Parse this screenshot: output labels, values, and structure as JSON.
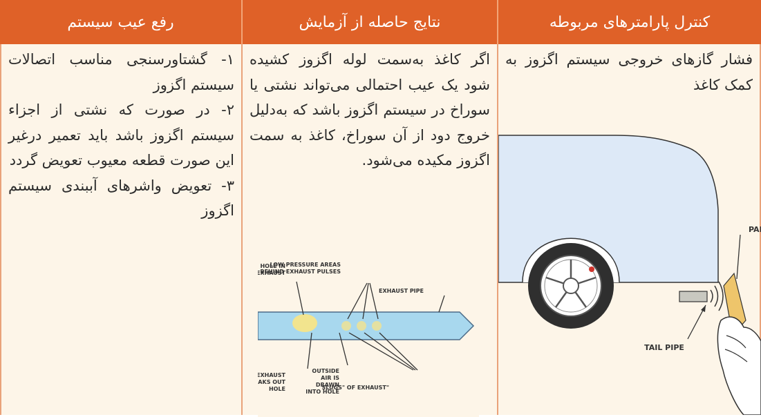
{
  "table": {
    "headers": [
      "کنترل پارامترهای مربوطه",
      "نتایج حاصله از آزمایش",
      "رفع عیب سیستم"
    ],
    "col1_text": "فشار گازهای خروجی سیستم اگزوز به کمک کاغذ",
    "col2_text": "اگر کاغذ به‌سمت لوله اگزوز کشیده شود یک عیب احتمالی می‌تواند نشتی یا سوراخ در سیستم اگزوز باشد که به‌دلیل خروج دود از آن سوراخ، کاغذ به سمت اگزوز مکیده می‌شود.",
    "col3_items": [
      "۱- گشتاورسنجی مناسب اتصالات سیستم اگزوز",
      "۲- در صورت که نشتی از اجزاء سیستم اگزوز باشد باید تعمیر درغیر این صورت قطعه معیوب تعویض گردد",
      "۳- تعویض واشرهای آببندی سیستم اگزوز"
    ]
  },
  "car_figure": {
    "paper_label": "PAPER",
    "tailpipe_label": "TAIL PIPE"
  },
  "exhaust_figure": {
    "hole_label_1": "HOLE IN",
    "hole_label_2": "EXHAUST",
    "low_pressure_1": "LOW PRESSURE AREAS",
    "low_pressure_2": "BEHIND EXHAUST PULSES",
    "pipe_label": "EXHAUST PIPE",
    "leaks_1": "EXHAUST",
    "leaks_2": "LEAKS OUT",
    "leaks_3": "HOLE",
    "outside_1": "OUTSIDE",
    "outside_2": "AIR IS",
    "outside_3": "DRAWN",
    "outside_4": "INTO HOLE",
    "slugs": "\"SLUGS\" OF EXHAUST"
  },
  "colors": {
    "header_bg": "#df6128",
    "body_bg": "#fdf5e8",
    "divider": "#e9a27a",
    "car_body": "#dde9f7"
  }
}
